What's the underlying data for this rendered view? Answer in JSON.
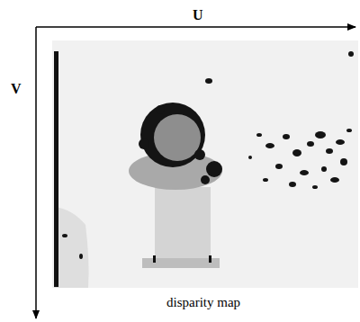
{
  "diagram": {
    "caption": "disparity map",
    "labels": [
      "U",
      "V"
    ]
  }
}
